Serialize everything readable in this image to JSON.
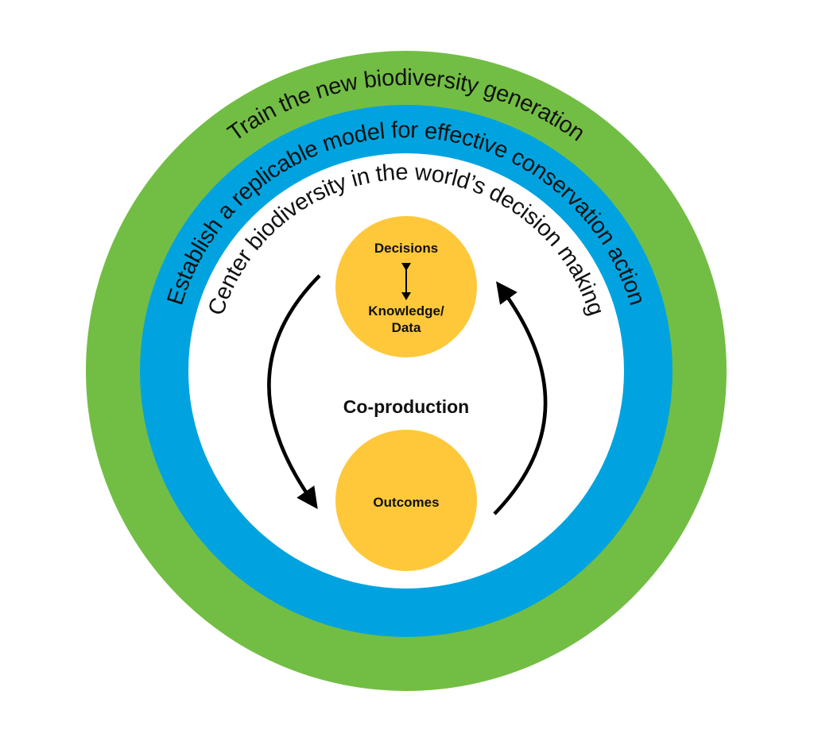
{
  "diagram": {
    "colors": {
      "outer_ring": "#72BE44",
      "middle_ring": "#00A3DF",
      "inner_disc": "#FFFFFF",
      "node_fill": "#FEC83A",
      "text": "#111111",
      "arrow": "#000000"
    },
    "rings": {
      "outer": {
        "label": "Train the new biodiversity generation"
      },
      "middle": {
        "label": "Establish a replicable model for effective conservation action"
      },
      "inner": {
        "label": "Center biodiversity in the world’s decision making"
      }
    },
    "nodes": {
      "top": {
        "line1": "Decisions",
        "line2": "Knowledge/",
        "line3": "Data"
      },
      "bottom": {
        "label": "Outcomes"
      }
    },
    "center_label": "Co-production",
    "cycle": {
      "left_arrow": "from Decisions/Knowledge to Outcomes",
      "right_arrow": "from Outcomes to Decisions/Knowledge",
      "inner_arrow": "bidirectional between Decisions and Knowledge/Data"
    }
  }
}
